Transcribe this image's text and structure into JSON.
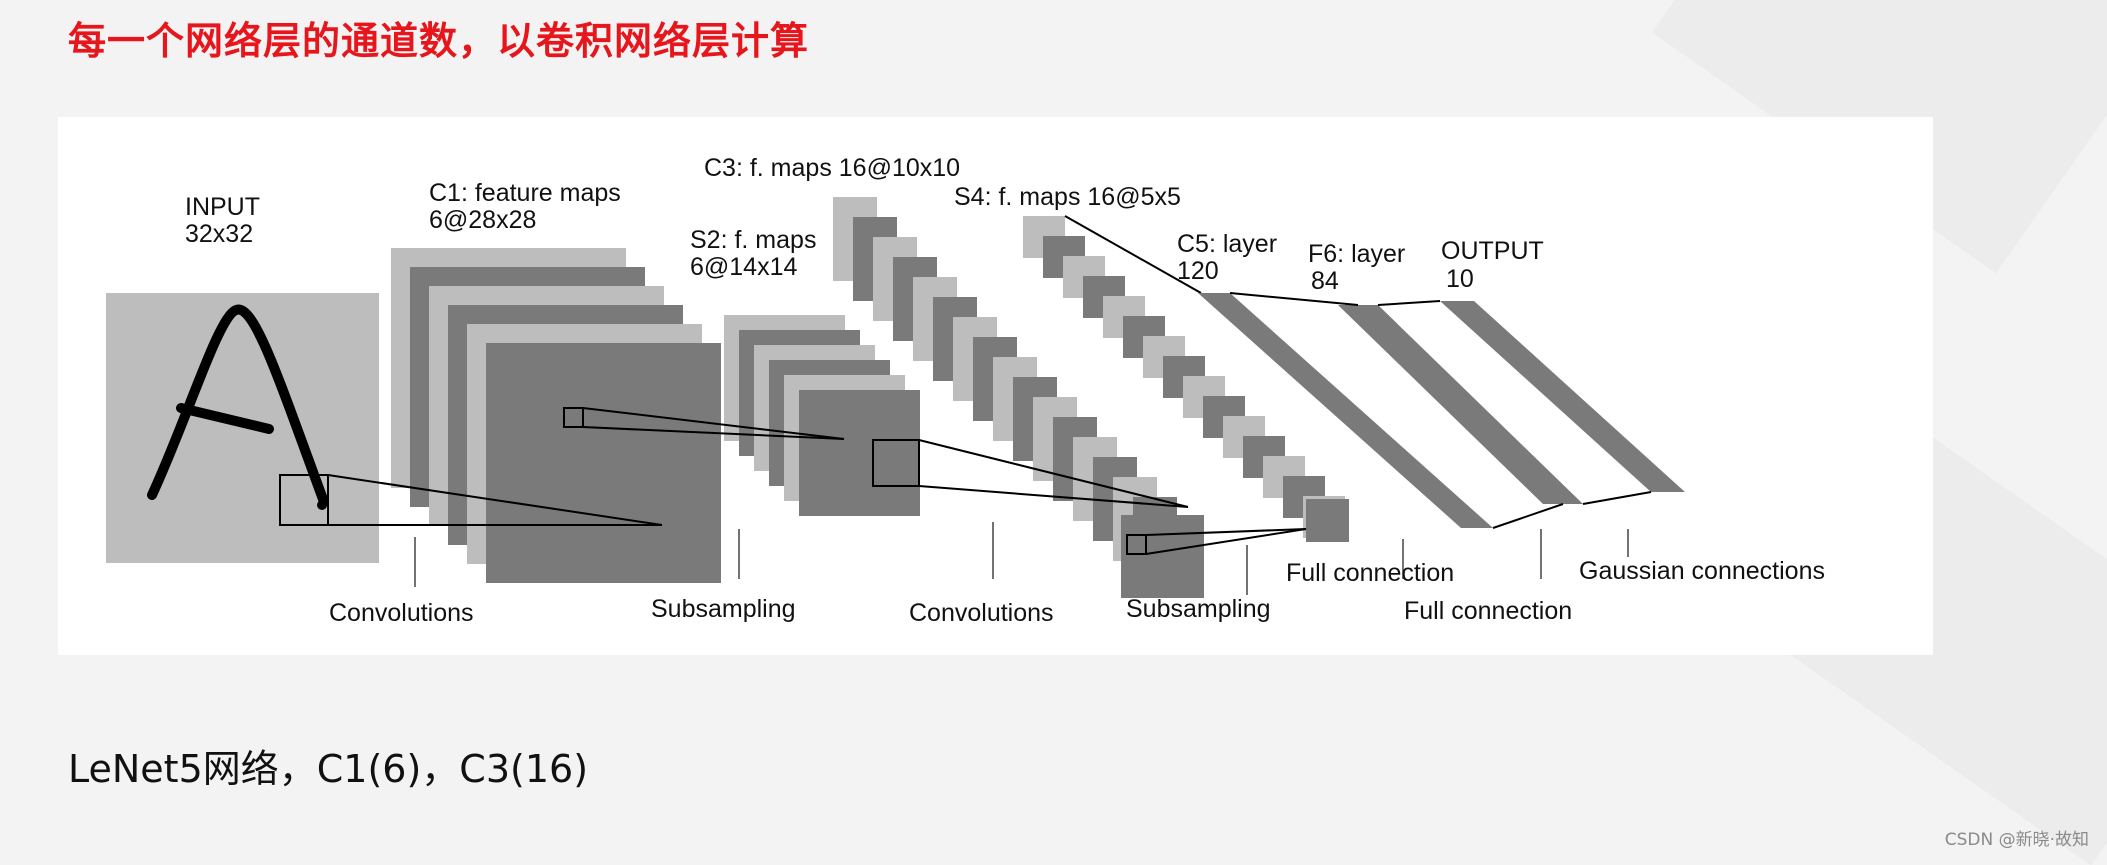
{
  "slide": {
    "title": "每一个网络层的通道数，以卷积网络层计算",
    "caption": "LeNet5网络，C1(6)，C3(16)",
    "watermark": "CSDN @新晓·故知",
    "title_color": "#e6161c"
  },
  "diagram": {
    "layers": {
      "input": {
        "name": "INPUT",
        "size": "32x32"
      },
      "c1": {
        "name": "C1: feature maps",
        "size": "6@28x28"
      },
      "s2": {
        "name": "S2: f. maps",
        "size": "6@14x14"
      },
      "c3": {
        "name": "C3: f. maps 16@10x10"
      },
      "s4": {
        "name": "S4: f. maps 16@5x5"
      },
      "c5": {
        "name": "C5: layer",
        "size": "120"
      },
      "f6": {
        "name": "F6: layer",
        "size": "84"
      },
      "output": {
        "name": "OUTPUT",
        "size": "10"
      }
    },
    "operations": {
      "conv1": "Convolutions",
      "sub1": "Subsampling",
      "conv2": "Convolutions",
      "sub2": "Subsampling",
      "full1": "Full connection",
      "full2": "Full connection",
      "gauss": "Gaussian connections"
    },
    "colors": {
      "light": "#bdbdbd",
      "dark": "#7a7a7a",
      "line": "#000000"
    }
  }
}
